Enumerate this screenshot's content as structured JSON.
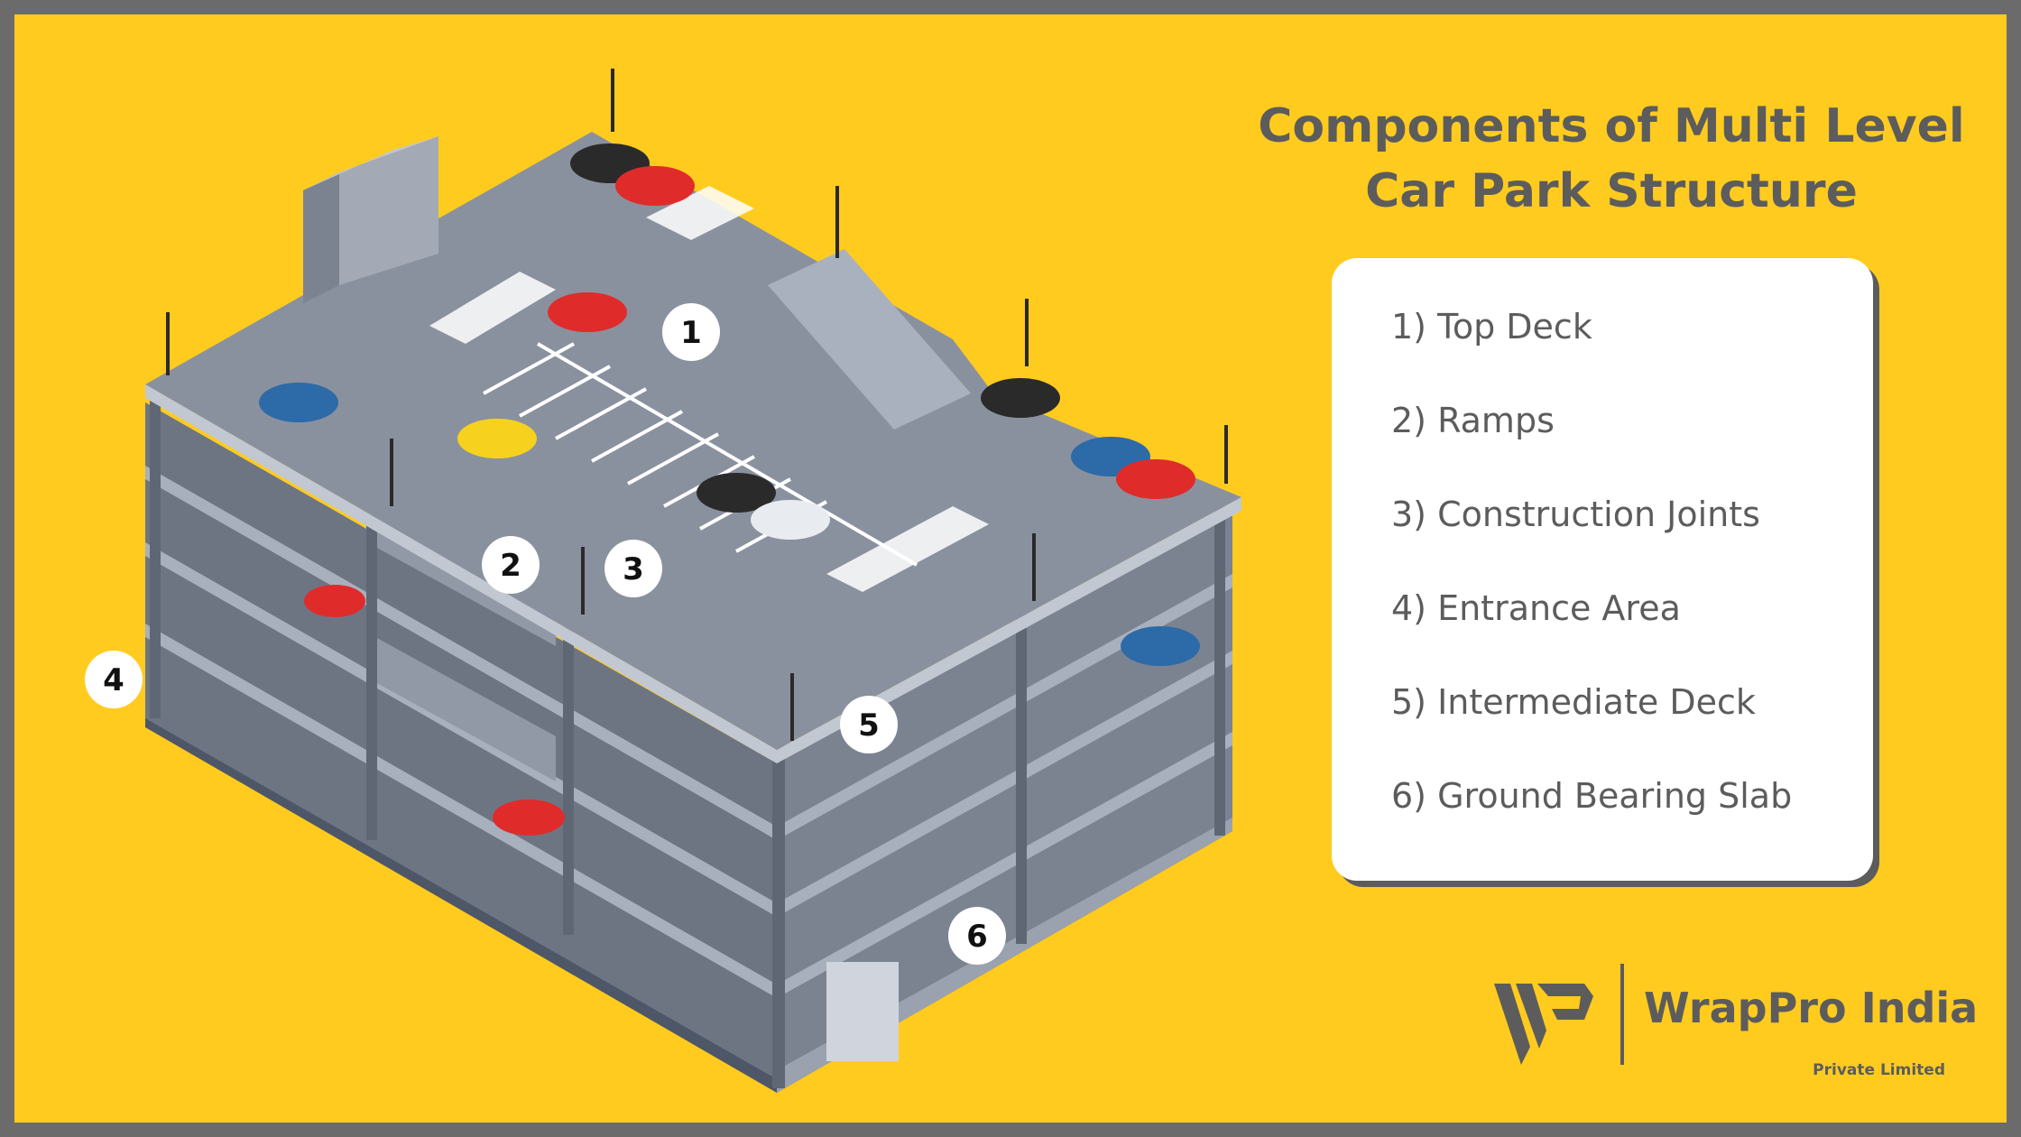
{
  "title": {
    "line1": "Components of Multi Level",
    "line2": "Car Park Structure"
  },
  "legend": {
    "items": [
      "1) Top Deck",
      "2) Ramps",
      "3) Construction Joints",
      "4) Entrance Area",
      "5) Intermediate Deck",
      "6) Ground Bearing Slab"
    ]
  },
  "markers": [
    "1",
    "2",
    "3",
    "4",
    "5",
    "6"
  ],
  "brand": {
    "name": "WrapPro India",
    "subtitle": "Private Limited"
  },
  "colors": {
    "background": "#ffcb1f",
    "border": "#6b6b6b",
    "text": "#5c5c5c",
    "deck": "#8a919e",
    "structure": "#5f6775"
  }
}
